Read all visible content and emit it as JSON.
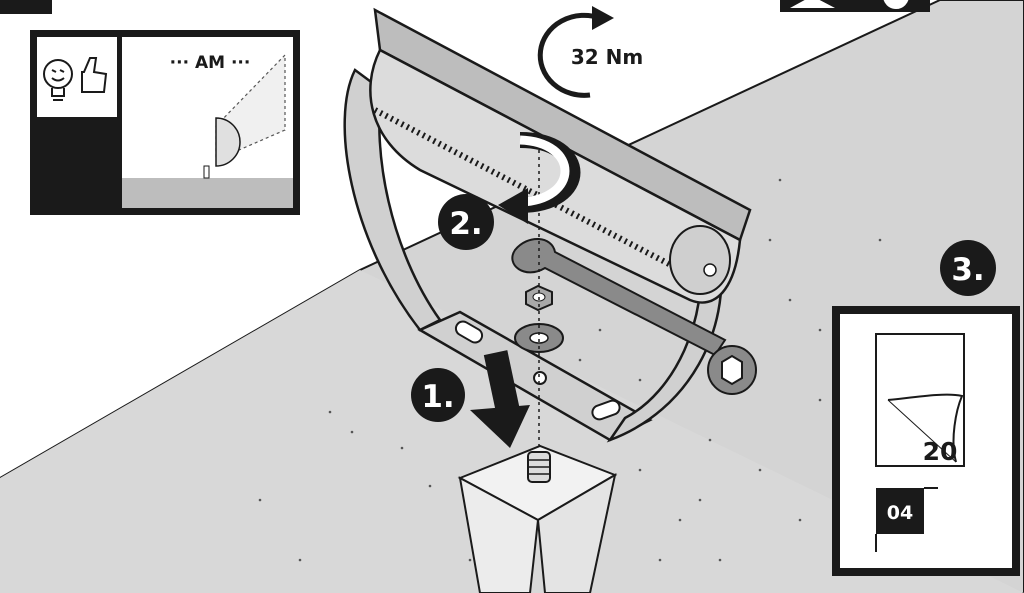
{
  "torque": {
    "value_label": "32 Nm"
  },
  "steps": {
    "step1": "1.",
    "step2": "2.",
    "step3": "3."
  },
  "hint_panel": {
    "time_label": "··· AM ···",
    "icon": "lightbulb-thumbs-up-icon"
  },
  "calendar_panel": {
    "day_number": "20",
    "month_number": "04",
    "icon": "calendar-page-icon"
  },
  "colors": {
    "line": "#1a1a1a",
    "floor": "#d4d4d4",
    "lamp": "#dcdcdc",
    "badge": "#1a1a1a",
    "badge_text": "#ffffff"
  }
}
